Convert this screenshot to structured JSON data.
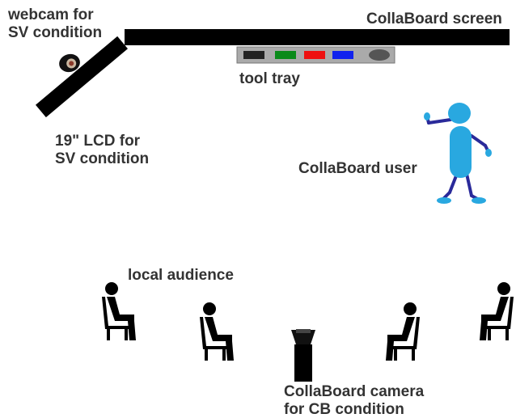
{
  "labels": {
    "webcam_line1": "webcam for",
    "webcam_line2": "SV condition",
    "screen": "CollaBoard screen",
    "tool_tray": "tool tray",
    "lcd_line1": "19\" LCD for",
    "lcd_line2": "SV condition",
    "user": "CollaBoard user",
    "audience": "local audience",
    "camera_line1": "CollaBoard camera",
    "camera_line2": "for CB condition"
  },
  "tool_tray_items": [
    {
      "name": "black-marker",
      "color": "#222222"
    },
    {
      "name": "green-marker",
      "color": "#0a8a1a"
    },
    {
      "name": "red-marker",
      "color": "#ee1111"
    },
    {
      "name": "blue-marker",
      "color": "#1122ee"
    },
    {
      "name": "eraser",
      "color": "#555555"
    }
  ],
  "colors": {
    "text": "#333333",
    "board": "#000000",
    "tray": "#aaaaaa",
    "user_figure": "#29a8e0",
    "user_limbs": "#2a2a9a",
    "audience": "#000000"
  },
  "icons": {
    "user": "stick-figure-icon",
    "audience": "seated-person-icon",
    "camera": "camera-icon",
    "webcam": "webcam-icon"
  }
}
